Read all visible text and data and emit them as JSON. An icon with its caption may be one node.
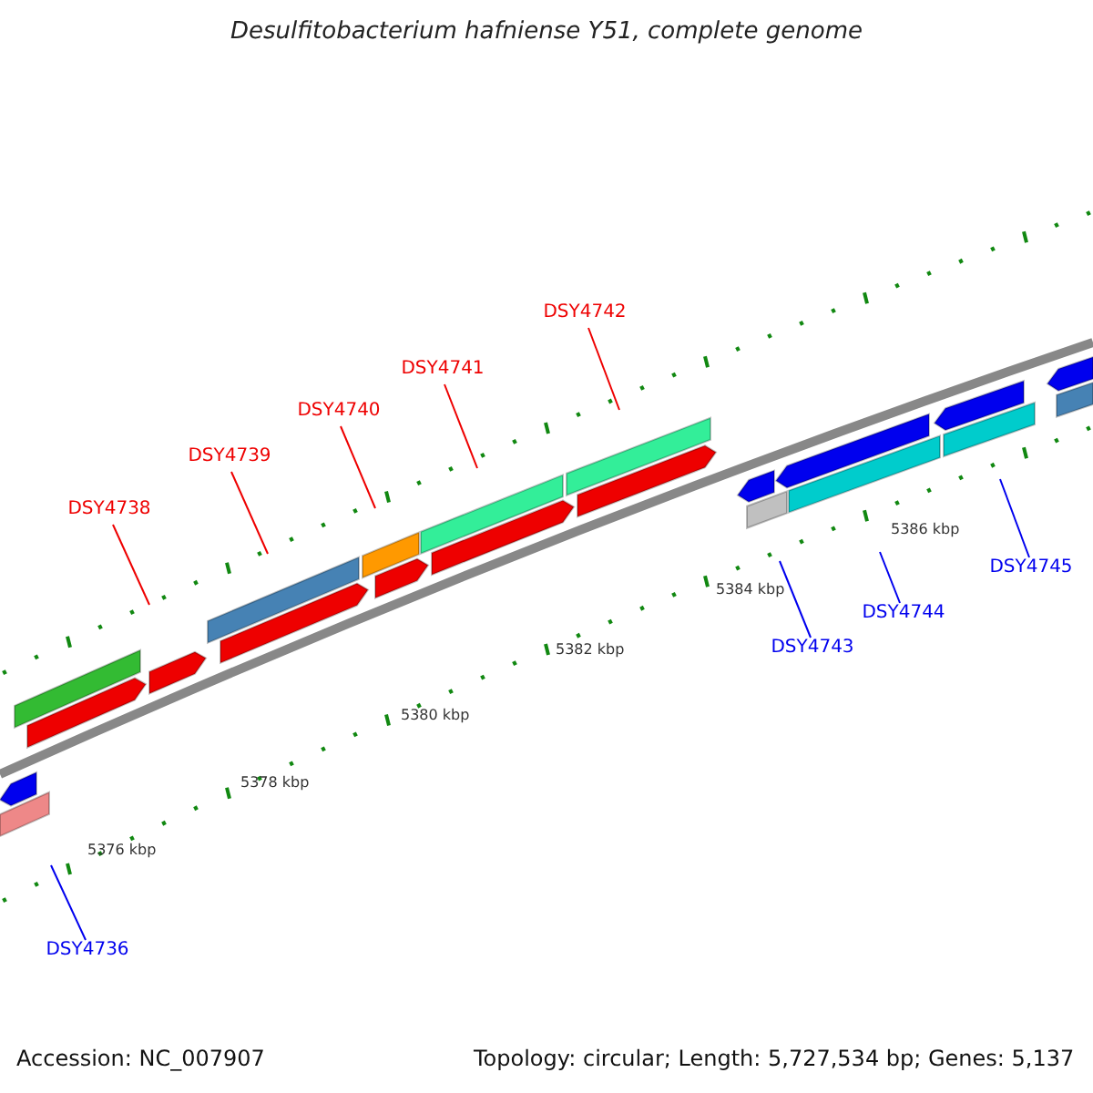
{
  "diagram": {
    "title": "Desulfitobacterium hafniense Y51, complete genome",
    "nodes": [
      {
        "text": [
          "DSY4742"
        ]
      },
      {
        "text": [
          "DSY4741"
        ]
      },
      {
        "text": [
          "DSY4740"
        ]
      },
      {
        "text": [
          "DSY4739"
        ]
      },
      {
        "text": [
          "DSY4738"
        ]
      },
      {
        "text": [
          "DSY4745"
        ]
      },
      {
        "text": [
          "DSY4744"
        ]
      },
      {
        "text": [
          "DSY4743"
        ]
      },
      {
        "text": [
          "DSY4736"
        ]
      }
    ],
    "edges": [
      {
        "from": 0,
        "to": null,
        "arrow": "none",
        "color": "#ee0000"
      },
      {
        "from": 1,
        "to": null,
        "arrow": "none",
        "color": "#ee0000"
      },
      {
        "from": 2,
        "to": null,
        "arrow": "none",
        "color": "#ee0000"
      },
      {
        "from": 3,
        "to": null,
        "arrow": "none",
        "color": "#ee0000"
      },
      {
        "from": 4,
        "to": null,
        "arrow": "none",
        "color": "#ee0000"
      },
      {
        "from": 5,
        "to": null,
        "arrow": "none",
        "color": "#0000ee"
      },
      {
        "from": 6,
        "to": null,
        "arrow": "none",
        "color": "#0000ee"
      },
      {
        "from": 7,
        "to": null,
        "arrow": "none",
        "color": "#0000ee"
      },
      {
        "from": 8,
        "to": null,
        "arrow": "none",
        "color": "#0000ee"
      }
    ],
    "labels": [
      "5376 kbp",
      "5378 kbp",
      "5380 kbp",
      "5382 kbp",
      "5384 kbp",
      "5386 kbp",
      "Accession: NC_007907",
      "Topology: circular; Length: 5,727,534 bp; Genes: 5,137"
    ]
  }
}
